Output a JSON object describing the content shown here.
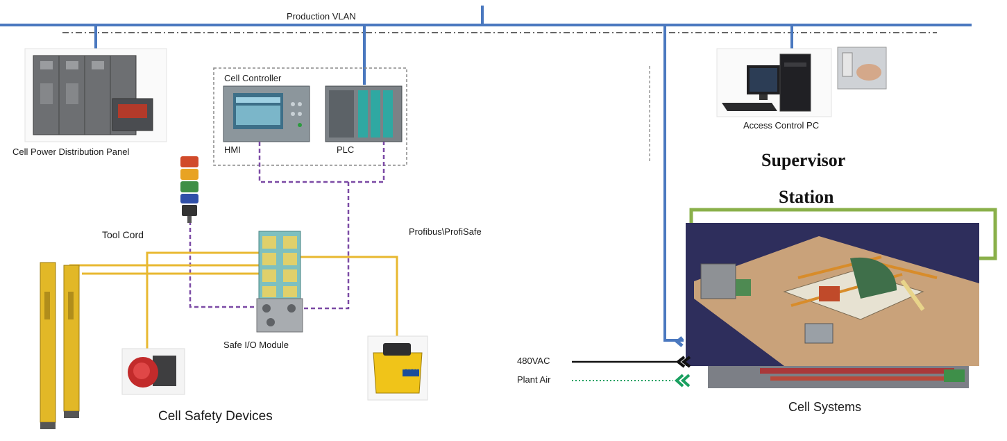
{
  "labels": {
    "production_vlan": "Production VLAN",
    "cell_power_panel": "Cell Power Distribution Panel",
    "cell_controller": "Cell Controller",
    "hmi": "HMI",
    "plc": "PLC",
    "access_control_pc": "Access Control PC",
    "supervisor": "Supervisor",
    "station": "Station",
    "tool_cord": "Tool Cord",
    "profibus": "Profibus\\ProfiSafe",
    "safe_io_module": "Safe I/O Module",
    "vac_480": "480VAC",
    "plant_air": "Plant Air",
    "cell_safety_devices": "Cell Safety Devices",
    "cell_systems": "Cell Systems",
    "sick_brand": "SICK"
  },
  "colors": {
    "network": "#4a78bf",
    "profibus": "#7b4aa5",
    "signal_cable": "#e8b830",
    "supervisor_frame": "#8ab04a",
    "plant_air": "#1aa060",
    "power": "#111111",
    "cell_floor": "#c9a27a",
    "cell_bg": "#2e2e5c"
  }
}
